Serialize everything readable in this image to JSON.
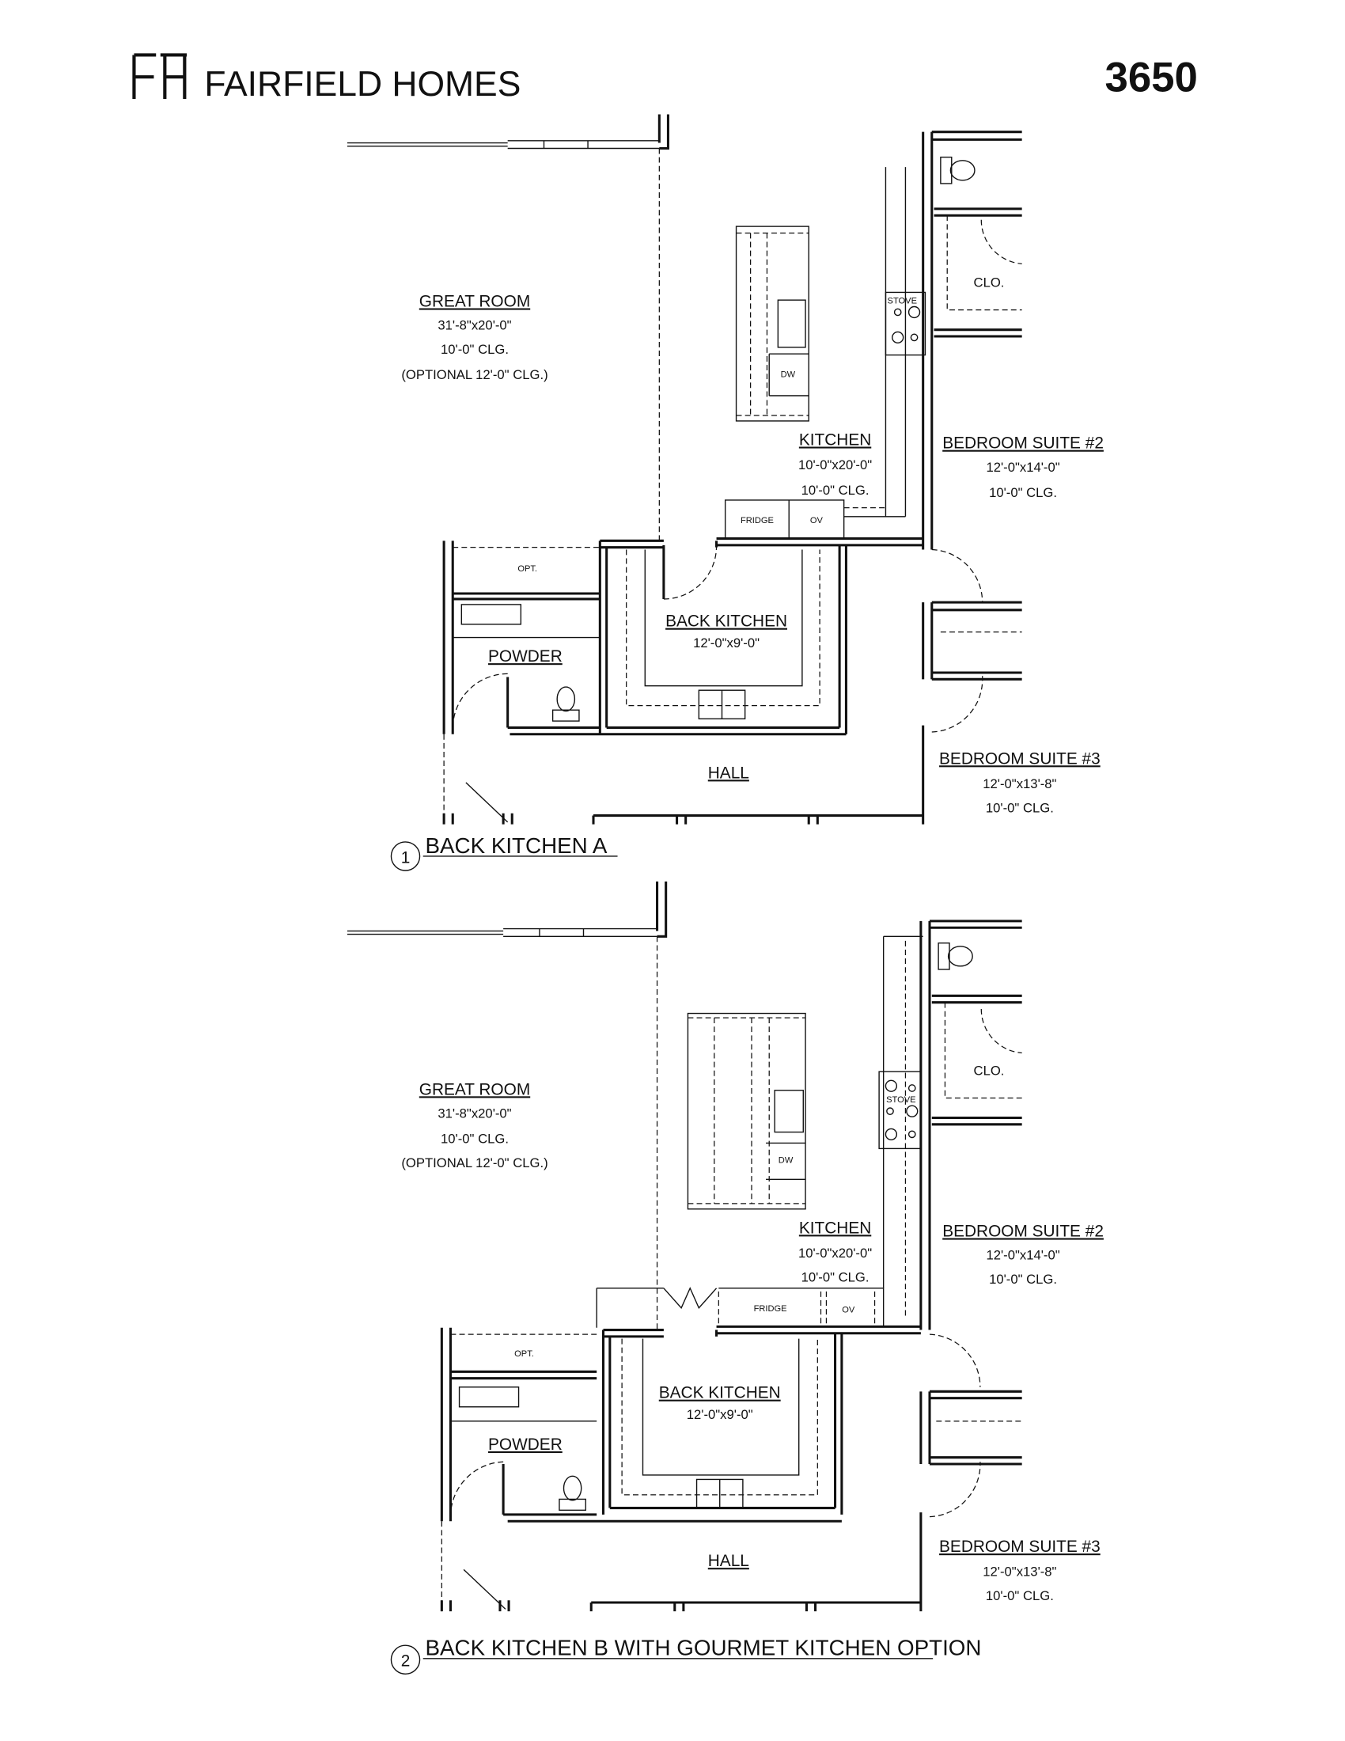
{
  "header": {
    "logo": "FH",
    "brand": "FAIRFIELD HOMES",
    "plan_number": "3650"
  },
  "plans": [
    {
      "number": "1",
      "title": "BACK KITCHEN A",
      "great_room": {
        "name": "GREAT ROOM",
        "size": "31'-8\"x20'-0\"",
        "ceiling": "10'-0\" CLG.",
        "optional": "(OPTIONAL 12'-0\" CLG.)"
      },
      "kitchen": {
        "name": "KITCHEN",
        "size": "10'-0\"x20'-0\"",
        "ceiling": "10'-0\" CLG."
      },
      "bedroom2": {
        "name": "BEDROOM SUITE #2",
        "size": "12'-0\"x14'-0\"",
        "ceiling": "10'-0\" CLG."
      },
      "bedroom3": {
        "name": "BEDROOM SUITE #3",
        "size": "12'-0\"x13'-8\"",
        "ceiling": "10'-0\" CLG."
      },
      "back_kitchen": {
        "name": "BACK KITCHEN",
        "size": "12'-0\"x9'-0\""
      },
      "powder": "POWDER",
      "hall": "HALL",
      "closet": "CLO.",
      "fixtures": {
        "stove": "STOVE",
        "dw": "DW",
        "fridge": "FRIDGE",
        "oven": "OV",
        "opt": "OPT."
      }
    },
    {
      "number": "2",
      "title": "BACK KITCHEN B WITH GOURMET KITCHEN OPTION",
      "great_room": {
        "name": "GREAT ROOM",
        "size": "31'-8\"x20'-0\"",
        "ceiling": "10'-0\" CLG.",
        "optional": "(OPTIONAL 12'-0\" CLG.)"
      },
      "kitchen": {
        "name": "KITCHEN",
        "size": "10'-0\"x20'-0\"",
        "ceiling": "10'-0\" CLG."
      },
      "bedroom2": {
        "name": "BEDROOM SUITE #2",
        "size": "12'-0\"x14'-0\"",
        "ceiling": "10'-0\" CLG."
      },
      "bedroom3": {
        "name": "BEDROOM SUITE #3",
        "size": "12'-0\"x13'-8\"",
        "ceiling": "10'-0\" CLG."
      },
      "back_kitchen": {
        "name": "BACK KITCHEN",
        "size": "12'-0\"x9'-0\""
      },
      "powder": "POWDER",
      "hall": "HALL",
      "closet": "CLO.",
      "fixtures": {
        "stove": "STOVE",
        "dw": "DW",
        "fridge": "FRIDGE",
        "oven": "OV",
        "opt": "OPT."
      }
    }
  ]
}
